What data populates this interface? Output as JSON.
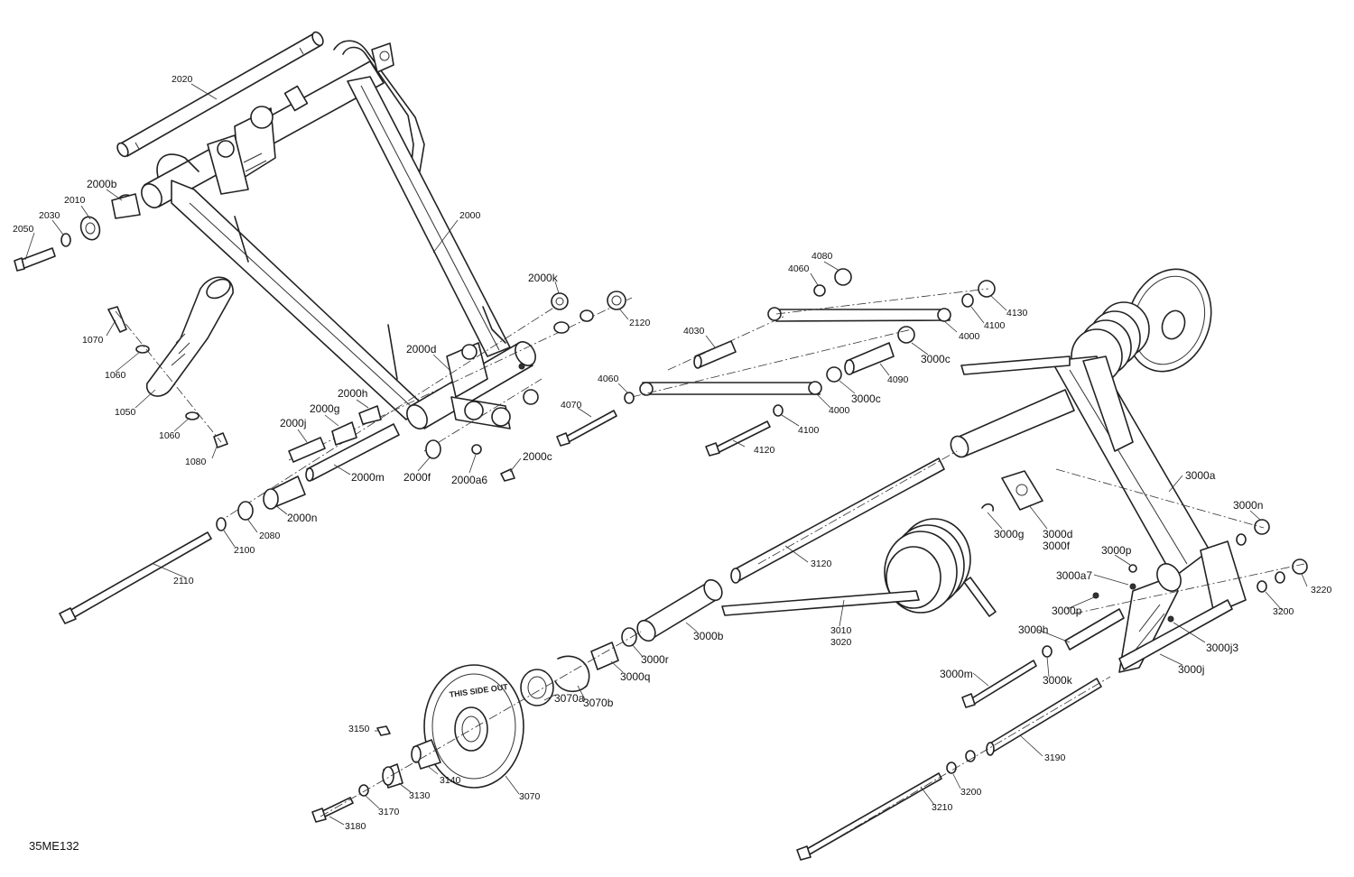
{
  "figure_code": "35ME132",
  "wheel_text": "THIS SIDE OUT",
  "parts": [
    {
      "id": "p2020",
      "label": "2020"
    },
    {
      "id": "p2000b",
      "label": "2000b"
    },
    {
      "id": "p2010",
      "label": "2010"
    },
    {
      "id": "p2030",
      "label": "2030"
    },
    {
      "id": "p2050",
      "label": "2050"
    },
    {
      "id": "p2000",
      "label": "2000"
    },
    {
      "id": "p1070",
      "label": "1070"
    },
    {
      "id": "p1060a",
      "label": "1060"
    },
    {
      "id": "p1050",
      "label": "1050"
    },
    {
      "id": "p1060b",
      "label": "1060"
    },
    {
      "id": "p1080",
      "label": "1080"
    },
    {
      "id": "p2000k",
      "label": "2000k"
    },
    {
      "id": "p2120",
      "label": "2120"
    },
    {
      "id": "p2000d",
      "label": "2000d"
    },
    {
      "id": "p2000h",
      "label": "2000h"
    },
    {
      "id": "p2000g",
      "label": "2000g"
    },
    {
      "id": "p2000j",
      "label": "2000j"
    },
    {
      "id": "p2000m",
      "label": "2000m"
    },
    {
      "id": "p2000f",
      "label": "2000f"
    },
    {
      "id": "p2000a6",
      "label": "2000a6"
    },
    {
      "id": "p2000c",
      "label": "2000c"
    },
    {
      "id": "p2000n",
      "label": "2000n"
    },
    {
      "id": "p2080",
      "label": "2080"
    },
    {
      "id": "p2100",
      "label": "2100"
    },
    {
      "id": "p2110",
      "label": "2110"
    },
    {
      "id": "p4080",
      "label": "4080"
    },
    {
      "id": "p4060a",
      "label": "4060"
    },
    {
      "id": "p4130",
      "label": "4130"
    },
    {
      "id": "p4100a",
      "label": "4100"
    },
    {
      "id": "p4000a",
      "label": "4000"
    },
    {
      "id": "p4030",
      "label": "4030"
    },
    {
      "id": "p3000c1",
      "label": "3000c"
    },
    {
      "id": "p4090",
      "label": "4090"
    },
    {
      "id": "p3000c2",
      "label": "3000c"
    },
    {
      "id": "p4060b",
      "label": "4060"
    },
    {
      "id": "p4070",
      "label": "4070"
    },
    {
      "id": "p4000b",
      "label": "4000"
    },
    {
      "id": "p4100b",
      "label": "4100"
    },
    {
      "id": "p4120",
      "label": "4120"
    },
    {
      "id": "p3000a",
      "label": "3000a"
    },
    {
      "id": "p3000n",
      "label": "3000n"
    },
    {
      "id": "p3000g",
      "label": "3000g"
    },
    {
      "id": "p3000d",
      "label": "3000d"
    },
    {
      "id": "p3000f",
      "label": "3000f"
    },
    {
      "id": "p3000p1",
      "label": "3000p"
    },
    {
      "id": "p3000a7",
      "label": "3000a7"
    },
    {
      "id": "p3000p2",
      "label": "3000p"
    },
    {
      "id": "p3220",
      "label": "3220"
    },
    {
      "id": "p3200a",
      "label": "3200"
    },
    {
      "id": "p3000h",
      "label": "3000h"
    },
    {
      "id": "p3000j3",
      "label": "3000j3"
    },
    {
      "id": "p3000m",
      "label": "3000m"
    },
    {
      "id": "p3000k",
      "label": "3000k"
    },
    {
      "id": "p3000j",
      "label": "3000j"
    },
    {
      "id": "p3120",
      "label": "3120"
    },
    {
      "id": "p3010",
      "label": "3010"
    },
    {
      "id": "p3020",
      "label": "3020"
    },
    {
      "id": "p3000b",
      "label": "3000b"
    },
    {
      "id": "p3000r",
      "label": "3000r"
    },
    {
      "id": "p3000q",
      "label": "3000q"
    },
    {
      "id": "p3070b",
      "label": "3070b"
    },
    {
      "id": "p3070a",
      "label": "3070a"
    },
    {
      "id": "p3150",
      "label": "3150"
    },
    {
      "id": "p3140",
      "label": "3140"
    },
    {
      "id": "p3130",
      "label": "3130"
    },
    {
      "id": "p3070",
      "label": "3070"
    },
    {
      "id": "p3170",
      "label": "3170"
    },
    {
      "id": "p3180",
      "label": "3180"
    },
    {
      "id": "p3190",
      "label": "3190"
    },
    {
      "id": "p3200b",
      "label": "3200"
    },
    {
      "id": "p3210",
      "label": "3210"
    }
  ]
}
